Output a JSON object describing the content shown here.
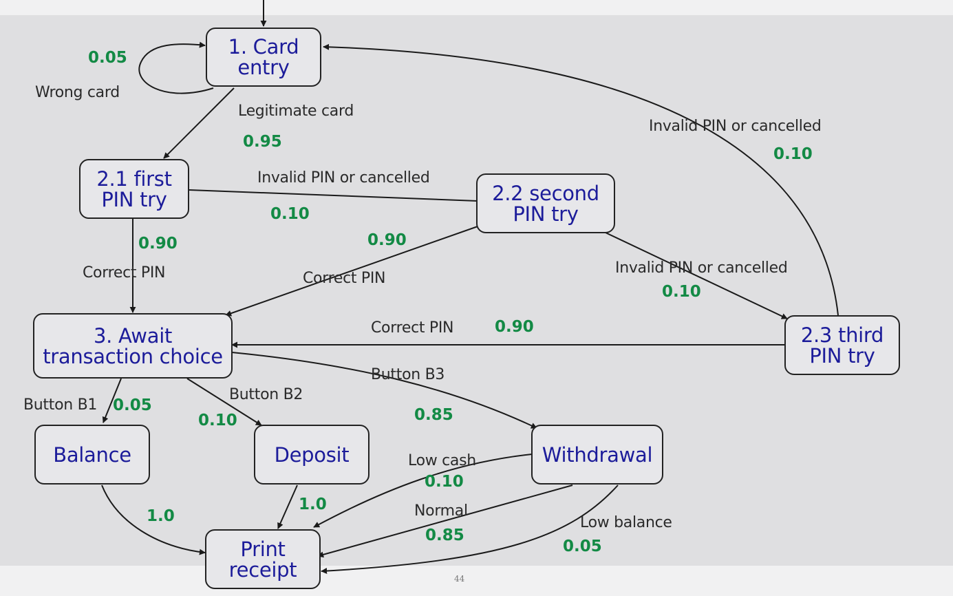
{
  "states": {
    "card_entry": [
      "1. Card",
      "entry"
    ],
    "first_pin": [
      "2.1 first",
      "PIN try"
    ],
    "second_pin": [
      "2.2 second",
      "PIN try"
    ],
    "third_pin": [
      "2.3 third",
      "PIN try"
    ],
    "await_choice": [
      "3. Await",
      "transaction choice"
    ],
    "balance": [
      "Balance"
    ],
    "deposit": [
      "Deposit"
    ],
    "withdrawal": [
      "Withdrawal"
    ],
    "print_receipt": [
      "Print",
      "receipt"
    ]
  },
  "labels": {
    "wrong_card": "Wrong card",
    "legitimate_card": "Legitimate card",
    "invalid_pin_1": "Invalid PIN or cancelled",
    "invalid_pin_2": "Invalid PIN or cancelled",
    "invalid_pin_3": "Invalid PIN or cancelled",
    "correct_pin_1": "Correct PIN",
    "correct_pin_2": "Correct PIN",
    "correct_pin_3": "Correct PIN",
    "button_b1": "Button B1",
    "button_b2": "Button B2",
    "button_b3": "Button B3",
    "low_cash": "Low cash",
    "normal": "Normal",
    "low_balance": "Low balance"
  },
  "probabilities": {
    "wrong_card": "0.05",
    "legitimate_card": "0.95",
    "first_invalid": "0.10",
    "first_correct": "0.90",
    "second_correct": "0.90",
    "second_invalid": "0.10",
    "third_invalid": "0.10",
    "third_correct": "0.90",
    "b1": "0.05",
    "b2": "0.10",
    "b3": "0.85",
    "balance_print": "1.0",
    "deposit_print": "1.0",
    "low_cash": "0.10",
    "normal": "0.85",
    "low_balance": "0.05"
  },
  "page_number": "44",
  "colors": {
    "state_text": "#1c1c9a",
    "probability": "#138a45",
    "label_text": "#2a2a2a",
    "edge": "#1a1a1a"
  }
}
